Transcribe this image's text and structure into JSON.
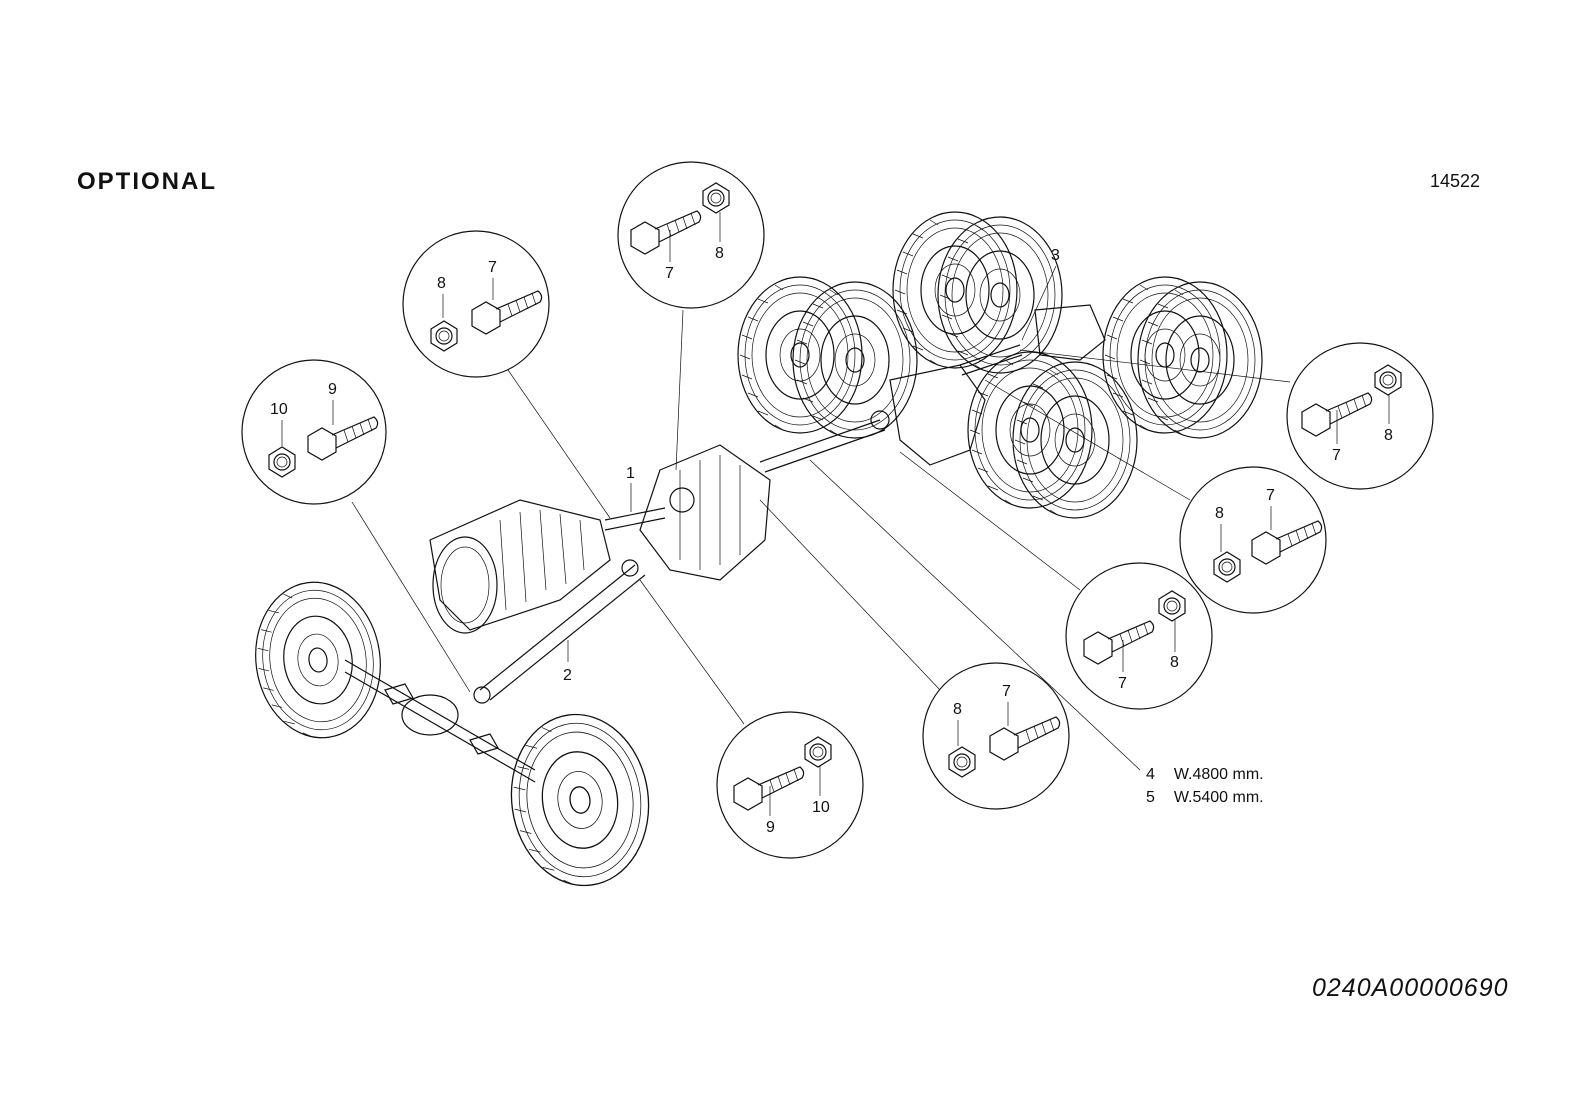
{
  "title": "OPTIONAL",
  "figure_number": "14522",
  "document_code": "0240A00000690",
  "callouts": {
    "shaft_1": "1",
    "shaft_2": "2",
    "shaft_3": "3"
  },
  "detail_circles": [
    {
      "name": "front-axle-hardware",
      "labels": [
        "10",
        "9"
      ]
    },
    {
      "name": "gearbox-hardware",
      "labels": [
        "8",
        "7"
      ]
    },
    {
      "name": "transfer-box-top-hardware",
      "labels": [
        "7",
        "8"
      ]
    },
    {
      "name": "rear-axle-hardware",
      "labels": [
        "7",
        "8"
      ]
    },
    {
      "name": "middle-axle-hardware",
      "labels": [
        "8",
        "7"
      ]
    },
    {
      "name": "shaft-4-5-hardware",
      "labels": [
        "7",
        "8"
      ]
    },
    {
      "name": "transfer-box-rear-hardware",
      "labels": [
        "8",
        "7"
      ]
    },
    {
      "name": "transfer-box-front-hardware",
      "labels": [
        "9",
        "10"
      ]
    }
  ],
  "notes": [
    {
      "number": "4",
      "text": "W.4800 mm."
    },
    {
      "number": "5",
      "text": "W.5400 mm."
    }
  ]
}
